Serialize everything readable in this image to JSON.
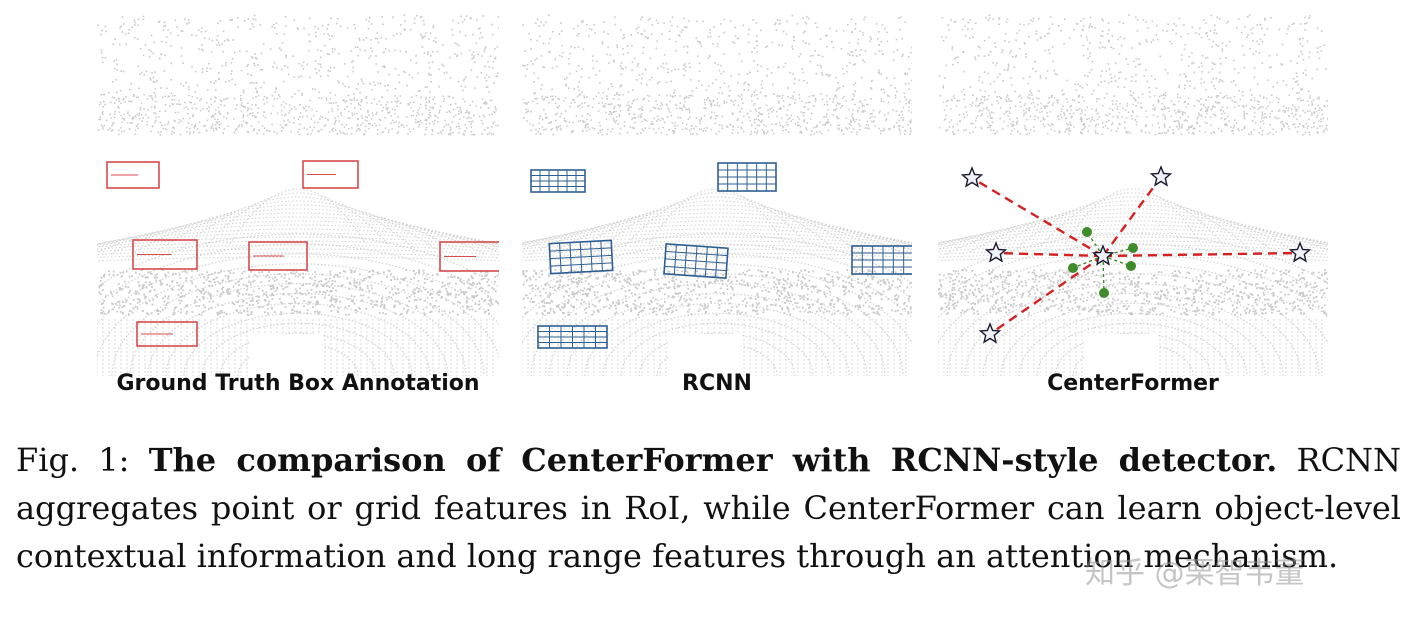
{
  "figure": {
    "panels": [
      {
        "id": "gt",
        "label": "Ground Truth Box Annotation"
      },
      {
        "id": "rcnn",
        "label": "RCNN"
      },
      {
        "id": "centerformer",
        "label": "CenterFormer"
      }
    ],
    "colors": {
      "point_cloud": "#c9c9c9",
      "gt_box": "#d94a4a",
      "rcnn_grid": "#2e5f93",
      "attention_line": "#d62020",
      "feature_point": "#3f8a2a",
      "star_fill": "#eef1f8"
    }
  },
  "caption": {
    "label": "Fig. 1:",
    "title": "The comparison of CenterFormer with RCNN-style detector.",
    "body": "RCNN aggregates point or grid features in RoI, while CenterFormer can learn object-level contextual information and long range features through an attention mechanism."
  },
  "watermark": "知乎 @栗智韦董"
}
